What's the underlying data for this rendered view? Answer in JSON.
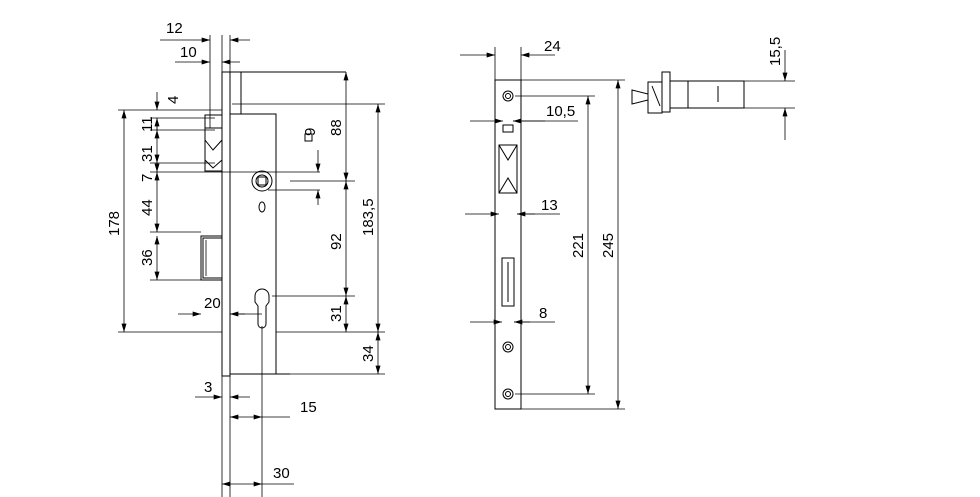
{
  "drawing": {
    "dimensions": {
      "w12": "12",
      "w10": "10",
      "d4": "4",
      "d11": "11",
      "d31": "31",
      "d7": "7",
      "d44": "44",
      "d36": "36",
      "d178": "178",
      "d20": "20",
      "d3": "3",
      "d15": "15",
      "d30": "30",
      "d88": "88",
      "d9": "9",
      "d92": "92",
      "d183_5": "183,5",
      "d31b": "31",
      "d34": "34",
      "d24": "24",
      "d10_5": "10,5",
      "d13": "13",
      "d8": "8",
      "d221": "221",
      "d245": "245",
      "d15_5": "15,5"
    },
    "square_symbol": "□"
  }
}
